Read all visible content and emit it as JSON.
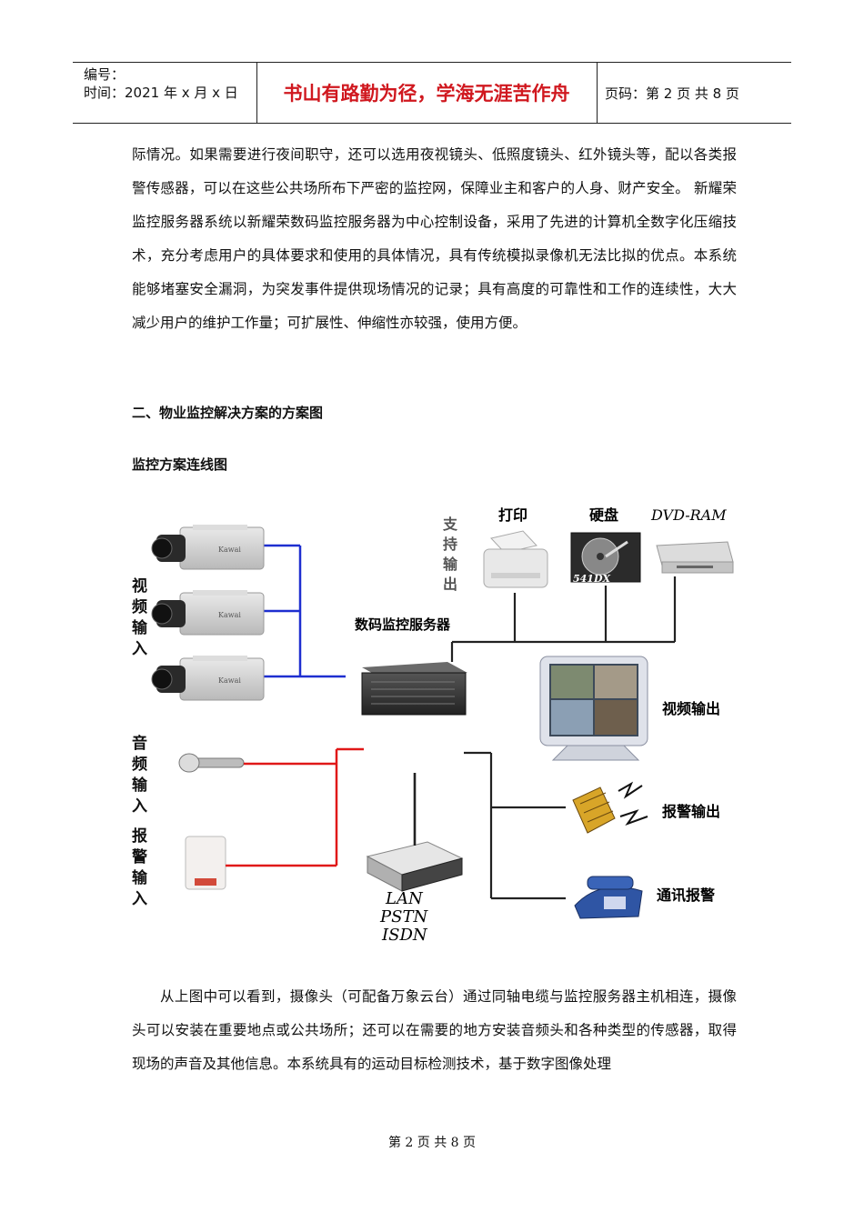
{
  "header": {
    "number_label": "编号：",
    "time_label": "时间：2021 年 x 月 x 日",
    "motto": "书山有路勤为径，学海无涯苦作舟",
    "page_label": "页码：第 2 页  共 8 页"
  },
  "body": {
    "para1": "际情况。如果需要进行夜间职守，还可以选用夜视镜头、低照度镜头、红外镜头等，配以各类报警传感器，可以在这些公共场所布下严密的监控网，保障业主和客户的人身、财产安全。  新耀荣监控服务器系统以新耀荣数码监控服务器为中心控制设备，采用了先进的计算机全数字化压缩技术，充分考虑用户的具体要求和使用的具体情况，具有传统模拟录像机无法比拟的优点。本系统能够堵塞安全漏洞，为突发事件提供现场情况的记录；具有高度的可靠性和工作的连续性，大大减少用户的维护工作量；可扩展性、伸缩性亦较强，使用方便。",
    "heading1": "二、物业监控解决方案的方案图",
    "heading2": "监控方案连线图",
    "para2": "从上图中可以看到，摄像头（可配备万象云台）通过同轴电缆与监控服务器主机相连，摄像头可以安装在重要地点或公共场所；还可以在需要的地方安装音频头和各种类型的传感器，取得现场的声音及其他信息。本系统具有的运动目标检测技术，基于数字图像处理"
  },
  "diagram": {
    "video_in": "视频输入",
    "audio_in": "音频输入",
    "alarm_in": "报警输入",
    "support_out": "支持输出",
    "print": "打印",
    "disk": "硬盘",
    "dvd": "DVD-RAM",
    "server": "数码监控服务器",
    "video_out": "视频输出",
    "alarm_out": "报警输出",
    "comm_alarm": "通讯报警",
    "lan": "LAN",
    "pstn": "PSTN",
    "isdn": "ISDN",
    "disk_model": "541DX",
    "colors": {
      "video_line": "#1e2fd0",
      "audio_line": "#e01818",
      "net_line": "#222222"
    }
  },
  "footer": {
    "page": "第 2 页 共 8 页"
  }
}
